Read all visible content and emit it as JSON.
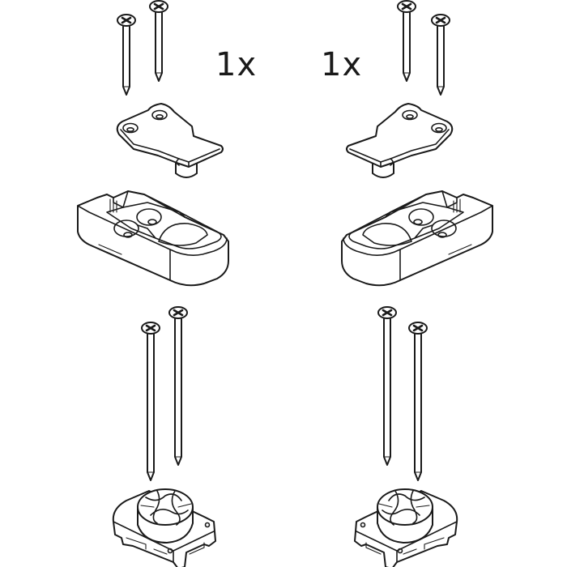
{
  "diagram": {
    "type": "assembly-parts-illustration",
    "colors": {
      "line": "#1a1a1a",
      "background": "#ffffff"
    },
    "sets": [
      {
        "side": "left",
        "quantity_label": "1x",
        "parts": [
          "short-screw",
          "short-screw",
          "mounting-plate",
          "bracket-housing",
          "long-screw",
          "long-screw",
          "base-clip"
        ]
      },
      {
        "side": "right",
        "quantity_label": "1x",
        "parts": [
          "short-screw",
          "short-screw",
          "mounting-plate",
          "bracket-housing",
          "long-screw",
          "long-screw",
          "base-clip"
        ]
      }
    ]
  }
}
